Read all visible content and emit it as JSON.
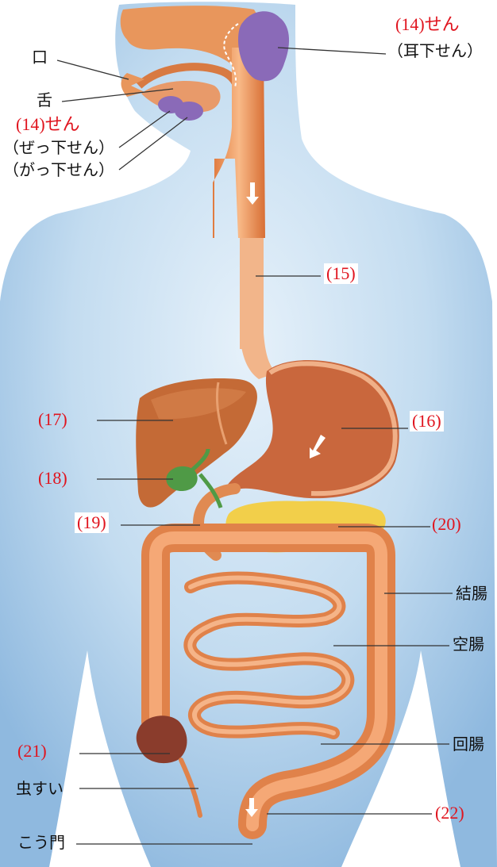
{
  "labels": {
    "mouth": "口",
    "tongue": "舌",
    "gland_left": "(14)せん",
    "sublingual": "（ぜっ下せん）",
    "submandibular": "（がっ下せん）",
    "gland_right": "(14)せん",
    "parotid": "（耳下せん）",
    "n15": "(15)",
    "n16": "(16)",
    "n17": "(17)",
    "n18": "(18)",
    "n19": "(19)",
    "n20": "(20)",
    "n21": "(21)",
    "n22": "(22)",
    "colon": "結腸",
    "jejunum": "空腸",
    "ileum": "回腸",
    "appendix": "虫すい",
    "anus": "こう門"
  },
  "colors": {
    "body": "#a9cbe8",
    "body_light": "#d6e8f6",
    "organ": "#e8965c",
    "organ_dark": "#c86a36",
    "stomach": "#c9673d",
    "liver": "#c46a36",
    "pancreas": "#f2cf4a",
    "gallbladder": "#4f9a46",
    "gland": "#8a6ab8",
    "label_red": "#e0141e"
  }
}
